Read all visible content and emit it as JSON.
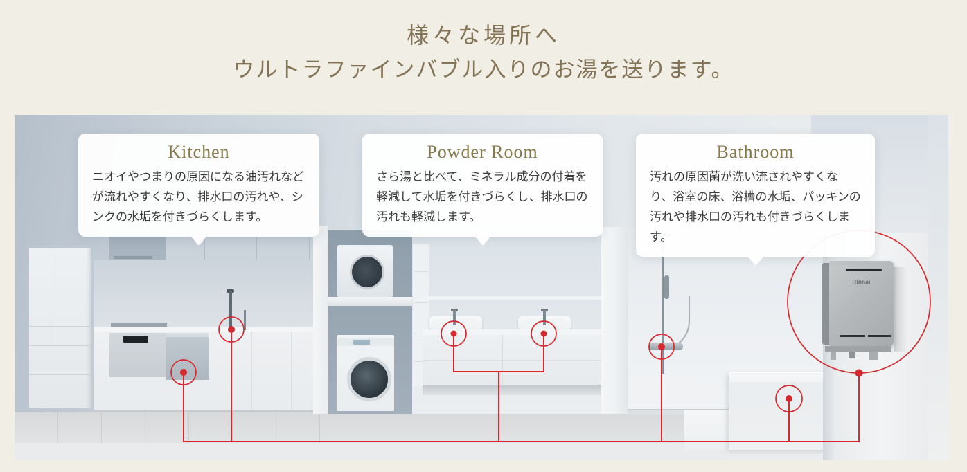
{
  "heading": {
    "line1": "様々な場所へ",
    "line2": "ウルトラファインバブル入りのお湯を送ります。"
  },
  "callouts": [
    {
      "id": "kitchen",
      "title": "Kitchen",
      "body": "ニオイやつまりの原因になる油汚れなどが流れやすくなり、排水口の汚れや、シンクの水垢を付きづらくします。"
    },
    {
      "id": "powder-room",
      "title": "Powder Room",
      "body": "さら湯と比べて、ミネラル成分の付着を軽減して水垢を付きづらくし、排水口の汚れも軽減します。"
    },
    {
      "id": "bathroom",
      "title": "Bathroom",
      "body": "汚れの原因菌が洗い流されやすくなり、浴室の床、浴槽の水垢、パッキンの汚れや排水口の汚れも付きづらくします。"
    }
  ],
  "illustration": {
    "heater_brand": "Rinnai",
    "marker_points": [
      "kitchen-dishwasher",
      "kitchen-faucet",
      "powder-room-sink-left",
      "powder-room-sink-right",
      "bathroom-shower",
      "bathroom-bathtub",
      "water-heater"
    ]
  },
  "colors": {
    "page_background": "#f1eee6",
    "heading_text": "#837455",
    "callout_title_gold": "#857748",
    "callout_body_text": "#3b3b3b",
    "accent_red": "#d7282d"
  }
}
